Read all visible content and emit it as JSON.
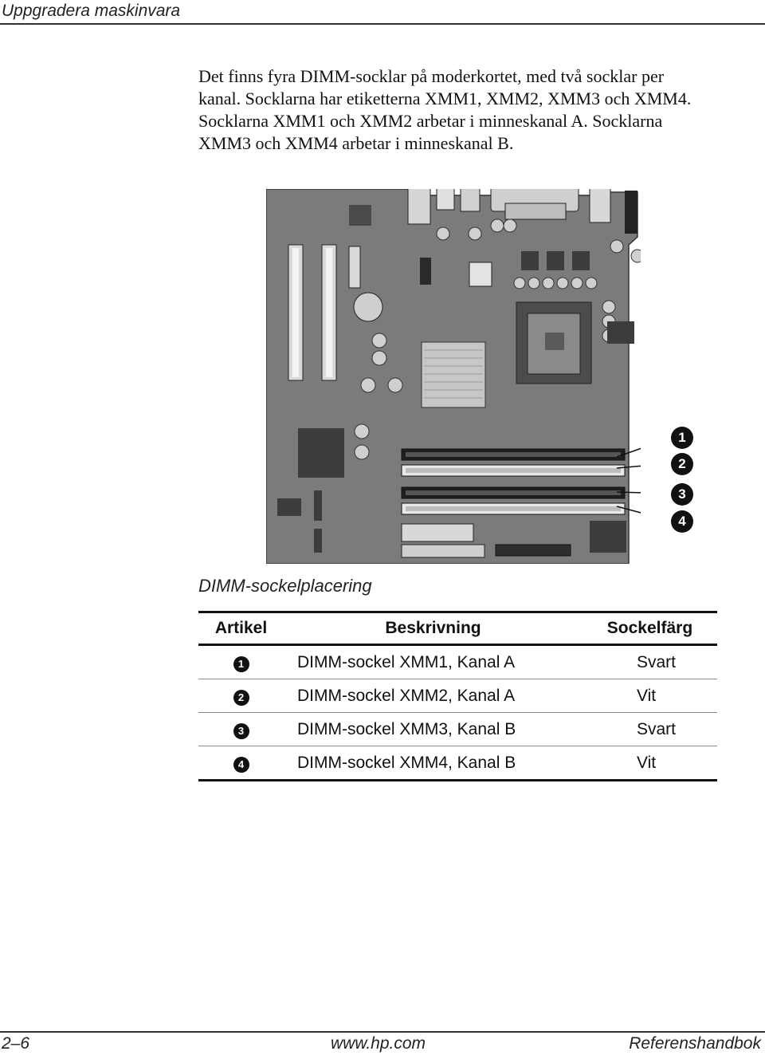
{
  "header": {
    "title": "Uppgradera maskinvara"
  },
  "intro": {
    "line1": "Det finns fyra DIMM-socklar på moderkortet, med två socklar per",
    "line2": "kanal. Socklarna har etiketterna XMM1, XMM2, XMM3 och XMM4.",
    "line3": "Socklarna XMM1 och XMM2 arbetar i minneskanal A. Socklarna",
    "line4": "XMM3 och XMM4 arbetar i minneskanal B."
  },
  "figure": {
    "callouts": [
      "1",
      "2",
      "3",
      "4"
    ],
    "colors": {
      "board": "#7f7f7f",
      "board_dark": "#4a4a4a",
      "slot": "#e6e6e6",
      "callout": "#111111"
    }
  },
  "caption": "DIMM-sockelplacering",
  "table": {
    "headers": [
      "Artikel",
      "Beskrivning",
      "Sockelfärg"
    ],
    "rows": [
      {
        "item": "1",
        "description": "DIMM-sockel XMM1, Kanal A",
        "color": "Svart"
      },
      {
        "item": "2",
        "description": "DIMM-sockel XMM2, Kanal A",
        "color": "Vit"
      },
      {
        "item": "3",
        "description": "DIMM-sockel XMM3, Kanal B",
        "color": "Svart"
      },
      {
        "item": "4",
        "description": "DIMM-sockel XMM4, Kanal B",
        "color": "Vit"
      }
    ]
  },
  "footer": {
    "page": "2–6",
    "url": "www.hp.com",
    "book": "Referenshandbok"
  }
}
